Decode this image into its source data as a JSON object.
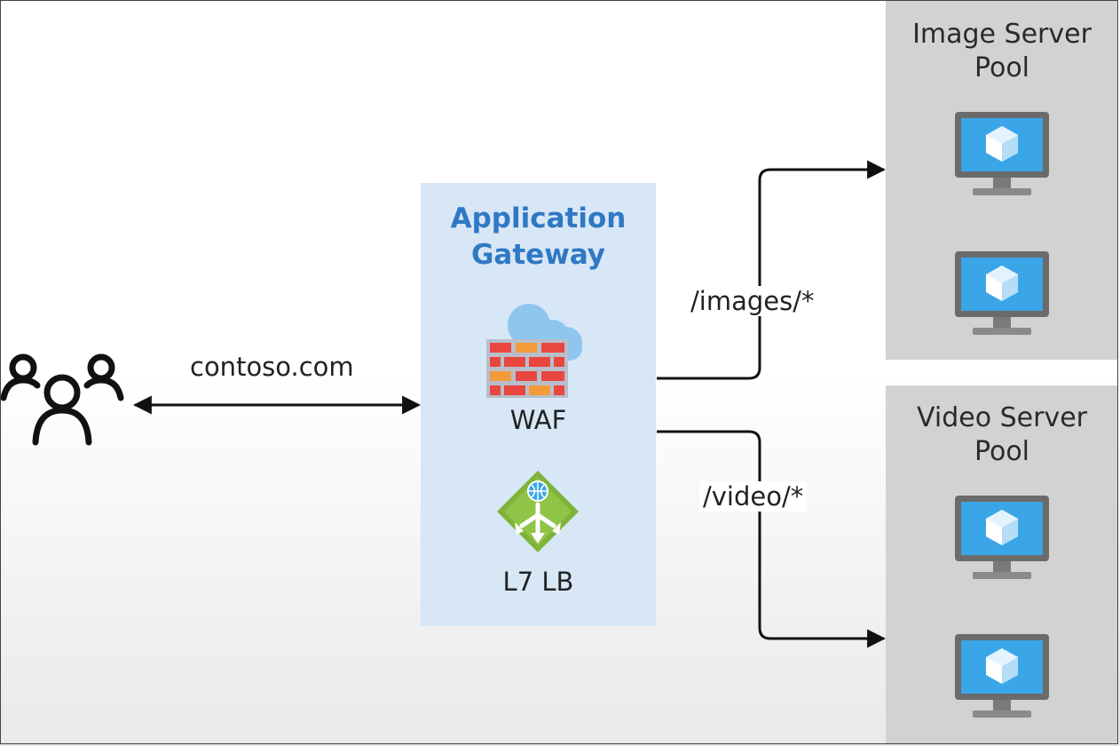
{
  "client": {
    "icon": "users-icon"
  },
  "link": {
    "label": "contoso.com",
    "icon": "bidirectional-arrow-icon"
  },
  "gateway": {
    "title": "Application\nGateway",
    "waf": {
      "label": "WAF",
      "icon": "firewall-cloud-icon"
    },
    "lb": {
      "label": "L7 LB",
      "icon": "load-balancer-icon"
    },
    "accent_color": "#2f78c4",
    "background_color": "#d7e7f6"
  },
  "routes": [
    {
      "path": "/images/*",
      "target": "Image Server Pool"
    },
    {
      "path": "/video/*",
      "target": "Video Server Pool"
    }
  ],
  "pools": [
    {
      "title": "Image Server\nPool",
      "servers": [
        {
          "icon": "virtual-machine-icon"
        },
        {
          "icon": "virtual-machine-icon"
        }
      ]
    },
    {
      "title": "Video Server\nPool",
      "servers": [
        {
          "icon": "virtual-machine-icon"
        },
        {
          "icon": "virtual-machine-icon"
        }
      ]
    }
  ],
  "colors": {
    "pool_background": "#d2d2d2",
    "vm_screen": "#3aa6e8",
    "lb_green": "#7fb33a"
  }
}
